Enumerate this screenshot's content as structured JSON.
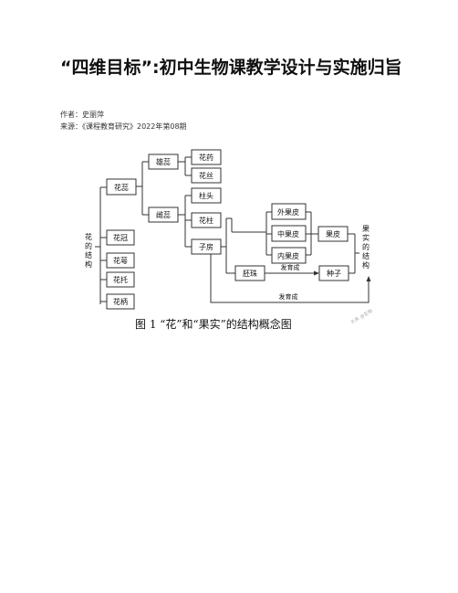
{
  "article": {
    "title": "“四维目标”:初中生物课教学设计与实施归旨",
    "author_line": "作者：史丽萍",
    "source_line": "来源：《课程教育研究》2022年第08期"
  },
  "diagram": {
    "left_label": "花的结构",
    "right_label": "果实的结构",
    "nodes": {
      "huarui": "花蕊",
      "xiongrui": "雄蕊",
      "huayao": "花药",
      "huasi": "花丝",
      "cirui": "雌蕊",
      "zhutou": "柱头",
      "huazhu": "花柱",
      "zifang": "子房",
      "huaguan": "花冠",
      "huae": "花萼",
      "huatuo": "花托",
      "huabing": "花柄",
      "waiguopi": "外果皮",
      "zhongguopi": "中果皮",
      "neiguopi": "内果皮",
      "guopi": "果皮",
      "peizhu": "胚珠",
      "zhongzi": "种子"
    },
    "edge_fayucheng_1": "发育成",
    "edge_fayucheng_2": "发育成",
    "caption": "图 1 “花”和“果实”的结构概念图",
    "watermark": "头条 @生物"
  }
}
